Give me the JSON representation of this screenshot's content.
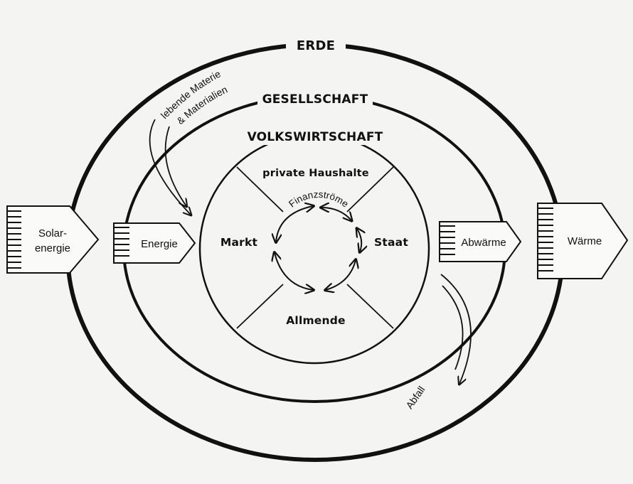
{
  "labels": {
    "erde": "ERDE",
    "gesellschaft": "GESELLSCHAFT",
    "volkswirtschaft": "VOLKSWIRTSCHAFT",
    "private_haushalte": "private Haushalte",
    "markt": "Markt",
    "staat": "Staat",
    "allmende": "Allmende",
    "finanzstroeme": "Finanzströme",
    "lebende_materie_line1": "lebende Materie",
    "lebende_materie_line2": "& Materialien",
    "solar_line1": "Solar-",
    "solar_line2": "energie",
    "energie": "Energie",
    "abwaerme": "Abwärme",
    "waerme": "Wärme",
    "abfall": "Abfall"
  }
}
